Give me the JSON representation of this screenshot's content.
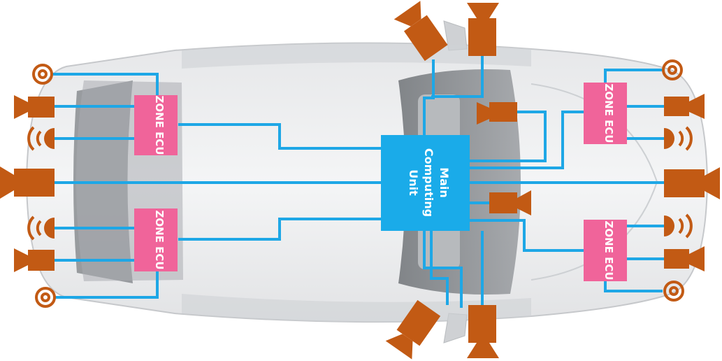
{
  "colors": {
    "wire": "#1ea7e6",
    "sensor": "#c25a14",
    "zone_ecu": "#f0649a",
    "main_unit": "#1aabe9",
    "car_body": "#d8dadc",
    "car_glass": "#8a8d91"
  },
  "icons": [
    "radar-icon",
    "camera-icon",
    "ultrasonic-icon",
    "lidar-icon"
  ],
  "zone_ecus": [
    {
      "label": "ZONE ECU"
    },
    {
      "label": "ZONE ECU"
    },
    {
      "label": "ZONE ECU"
    },
    {
      "label": "ZONE ECU"
    }
  ],
  "main_unit": {
    "line1": "Main",
    "line2": "Computing",
    "line3": "Unit"
  }
}
